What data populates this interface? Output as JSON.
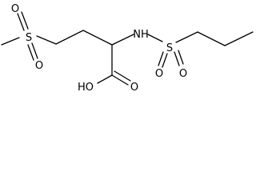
{
  "molecule": {
    "atoms": {
      "o_left_top": "O",
      "s_left": "S",
      "o_left_bottom": "O",
      "nh": "NH",
      "s_right": "S",
      "o_right_left": "O",
      "o_right_right": "O",
      "ho": "HO",
      "o_carbonyl": "O"
    }
  }
}
